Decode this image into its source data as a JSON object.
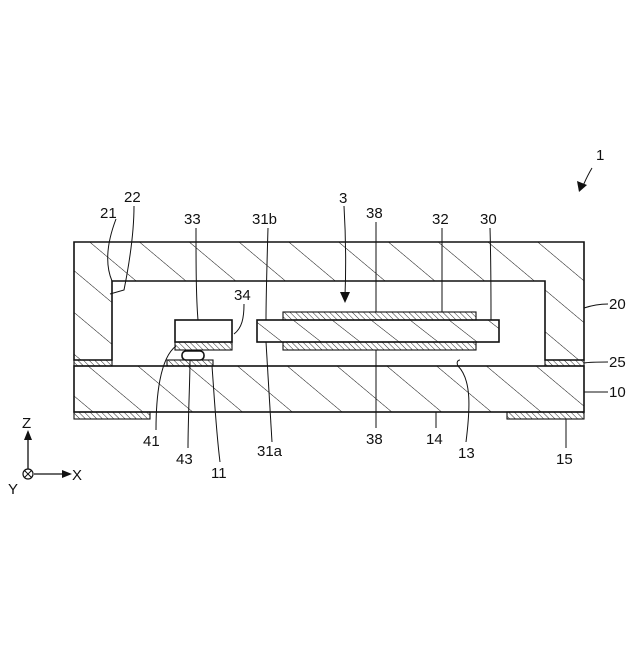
{
  "figure": {
    "number": "1",
    "colors": {
      "line": "#111111",
      "background": "#ffffff"
    }
  },
  "labels": {
    "l1": "1",
    "l3": "3",
    "l10": "10",
    "l11": "11",
    "l13": "13",
    "l14": "14",
    "l15": "15",
    "l20": "20",
    "l21": "21",
    "l22": "22",
    "l25": "25",
    "l30": "30",
    "l31a": "31a",
    "l31b": "31b",
    "l32": "32",
    "l33": "33",
    "l34": "34",
    "l38_top": "38",
    "l38_bottom": "38",
    "l41": "41",
    "l43": "43"
  },
  "axes": {
    "z": "Z",
    "x": "X",
    "y": "Y"
  }
}
